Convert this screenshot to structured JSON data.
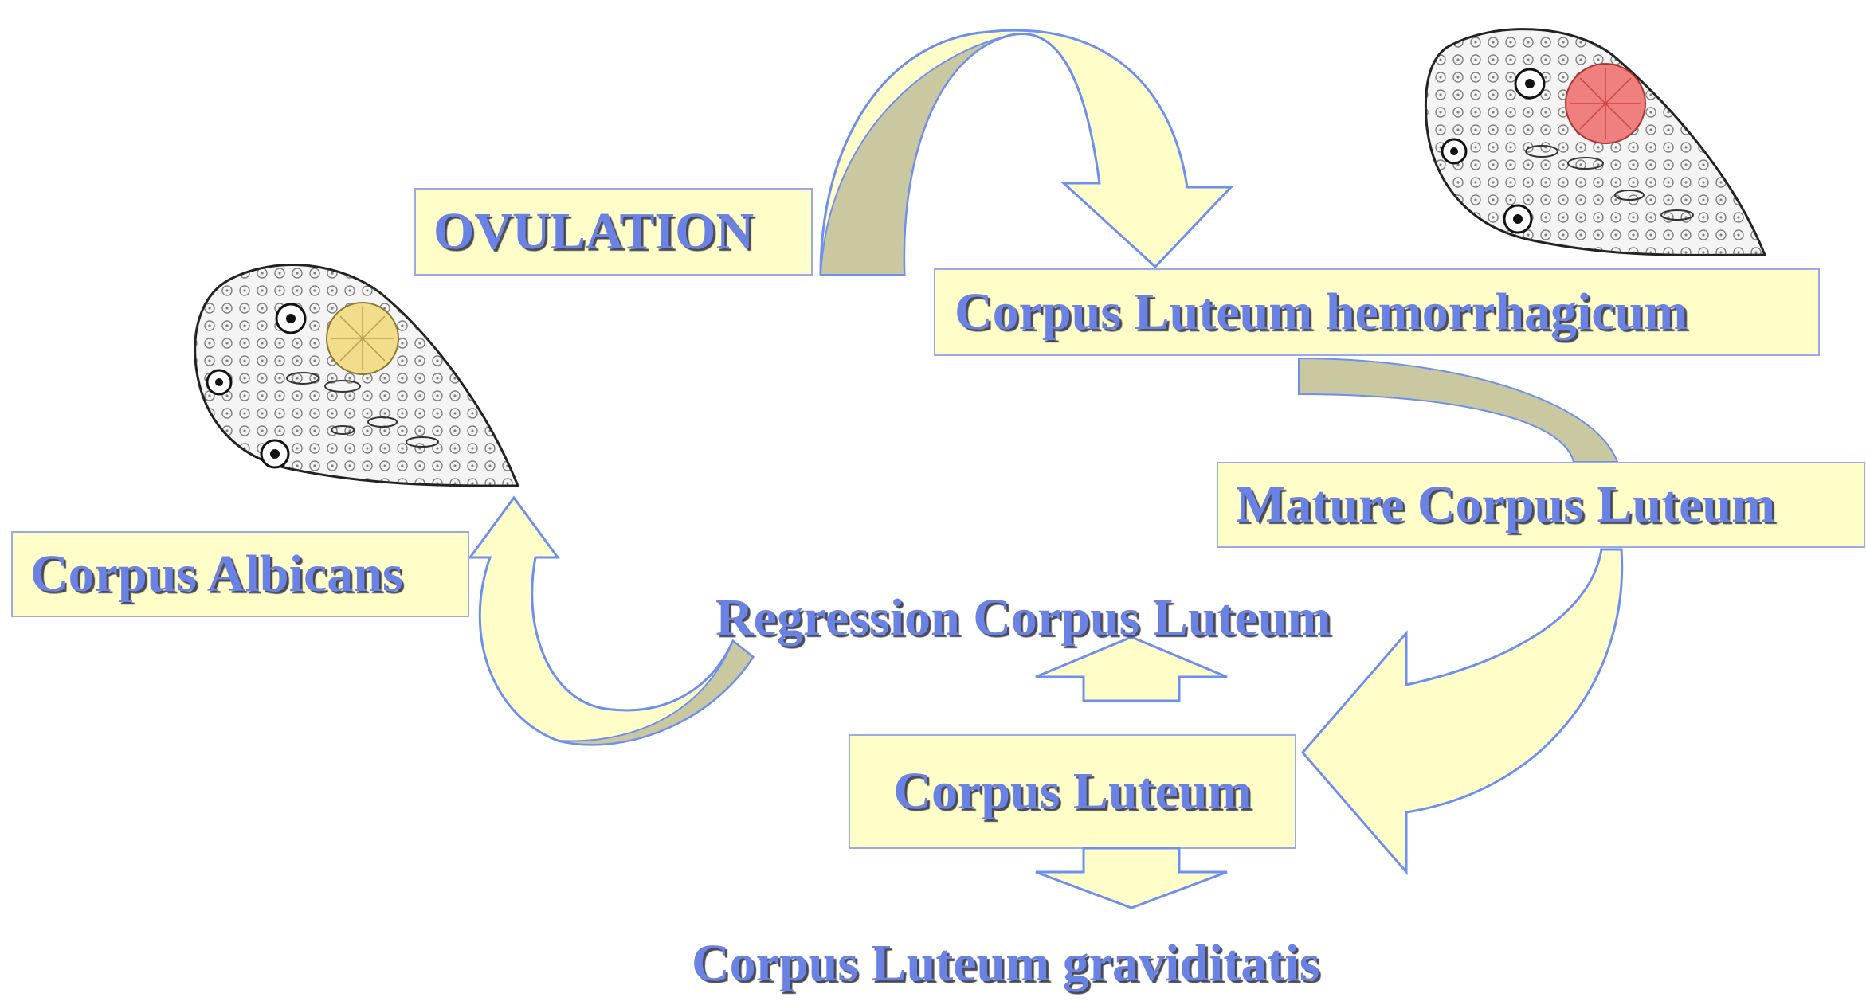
{
  "diagram": {
    "labels": {
      "ovulation": "OVULATION",
      "hemorrhagicum": "Corpus Luteum hemorrhagicum",
      "mature": "Mature Corpus Luteum",
      "albicans": "Corpus Albicans",
      "regression": "Regression Corpus Luteum",
      "corpus_luteum": "Corpus Luteum",
      "graviditatis": "Corpus Luteum graviditatis"
    },
    "colors": {
      "box_fill": "#fffdc8",
      "box_border": "#9aa9e8",
      "text": "#6a82e4",
      "arrow_fill": "#fffdc8",
      "arrow_shade": "#c9c8a0",
      "arrow_edge": "#6d8ff0",
      "corpus_hemorrhagicum_fill": "#f08080",
      "corpus_albicans_fill": "#f2dd8c"
    },
    "icons": {
      "left_ovary": "ovary-section-with-corpus-albicans",
      "right_ovary": "ovary-section-with-corpus-hemorrhagicum"
    }
  }
}
